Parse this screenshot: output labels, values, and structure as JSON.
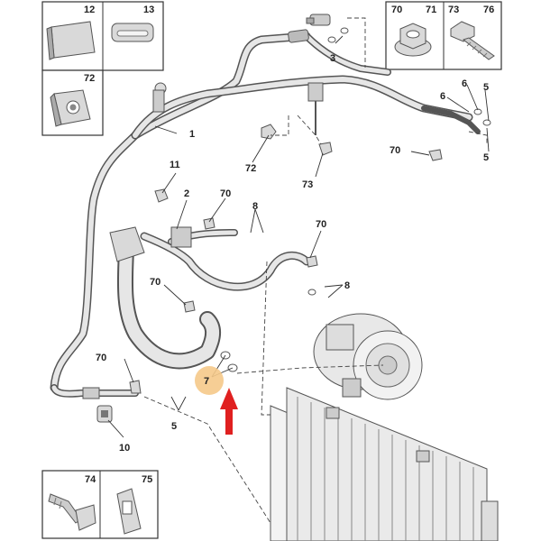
{
  "highlight_color": "#f5c98a",
  "arrow_color": "#e02020",
  "inset_boxes": {
    "top_left": [
      "12",
      "13",
      "72"
    ],
    "top_right": [
      "70",
      "71",
      "73",
      "76"
    ],
    "bottom_left": [
      "74",
      "75"
    ]
  },
  "callouts": {
    "c1": "1",
    "c2": "2",
    "c3": "3",
    "c5a": "5",
    "c5b": "5",
    "c5c": "5",
    "c6a": "6",
    "c6b": "6",
    "c7": "7",
    "c8a": "8",
    "c8b": "8",
    "c10": "10",
    "c11": "11",
    "c70a": "70",
    "c70b": "70",
    "c70c": "70",
    "c70d": "70",
    "c70e": "70",
    "c72": "72",
    "c73": "73"
  },
  "highlighted_part": "7"
}
